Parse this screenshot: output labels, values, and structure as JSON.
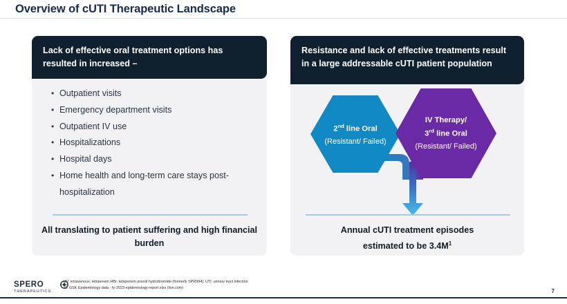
{
  "slide": {
    "title": "Overview of cUTI Therapeutic Landscape",
    "page_number": "7"
  },
  "colors": {
    "title_navy": "#16294f",
    "header_dark": "#10202f",
    "panel_bg": "#f2f2f4",
    "hex_blue": "#1089c4",
    "hex_purple": "#6b2aa5",
    "divider_blue": "#9ecbe8",
    "page_bg": "#ffffff"
  },
  "left_panel": {
    "header": "Lack of effective oral treatment options has resulted in increased –",
    "bullet_marker": "•",
    "bullets": [
      "Outpatient visits",
      "Emergency department visits",
      "Outpatient IV use",
      "Hospitalizations",
      "Hospital days",
      "Home health and long-term care stays post-hospitalization"
    ],
    "footer": "All translating to patient suffering and high financial burden"
  },
  "right_panel": {
    "header": "Resistance and lack of effective treatments result in a large addressable cUTI patient population",
    "hexagons": [
      {
        "id": "second-line-oral",
        "title_main": "2",
        "title_sup": "nd",
        "title_rest": " line Oral",
        "subtitle": "(Resistant/ Failed)",
        "color": "#1089c4"
      },
      {
        "id": "iv-therapy-third-line-oral",
        "title_line1": "IV Therapy/",
        "title_main": "3",
        "title_sup": "rd",
        "title_rest": " line Oral",
        "subtitle": "(Resistant/ Failed)",
        "color": "#6b2aa5"
      }
    ],
    "footer_line1": "Annual cUTI treatment episodes",
    "footer_line2": "estimated to be 3.4M",
    "footer_sup": "1"
  },
  "footnotes": {
    "line1": "IV: intravenous; tebipenem HBr: tebipenem pivoxil hydrobromide (formerly SPR994); UTI: urinary tract infection",
    "line2": "1. GSK Epidemiology data - fy-2023-epidemiology-report.xlsx (live.com)"
  },
  "logo": {
    "word": "SPERO",
    "sub": "THERAPEUTICS"
  }
}
